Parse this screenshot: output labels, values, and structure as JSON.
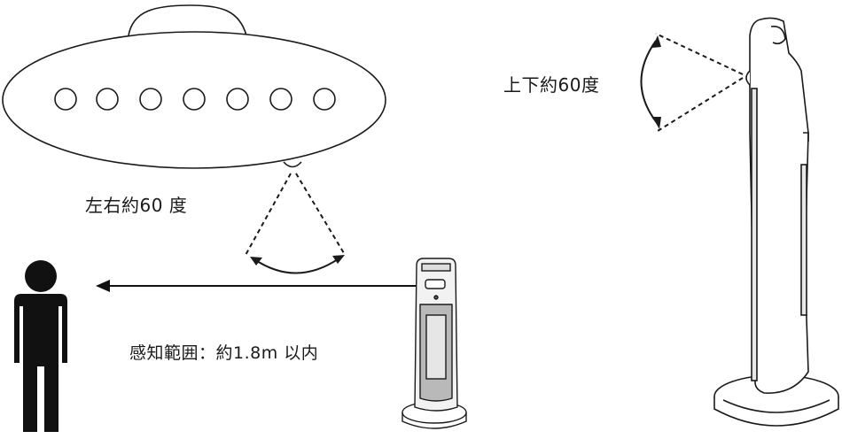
{
  "labels": {
    "horizontal_angle": "左右約60 度",
    "vertical_angle": "上下約60度",
    "detection_range": "感知範囲：約1.8m 以内"
  },
  "icons": {
    "person": "person-icon",
    "heater_top_view": "heater-top-view",
    "heater_front": "heater-front-view",
    "heater_side": "heater-side-view"
  },
  "colors": {
    "line": "#1a1a1a",
    "fill_light": "#ffffff",
    "panel_gray": "#b9b9b9"
  }
}
